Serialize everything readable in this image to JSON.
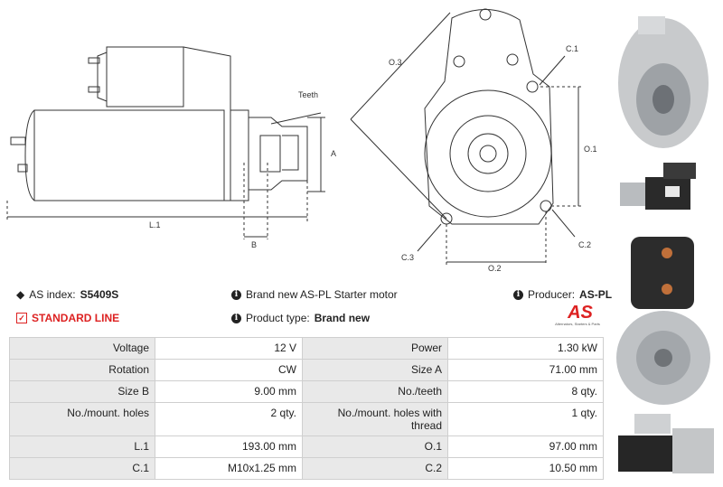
{
  "drawing": {
    "labels": {
      "teeth": "Teeth",
      "a": "A",
      "l1": "L.1",
      "b": "B",
      "o3": "O.3",
      "c1": "C.1",
      "o1": "O.1",
      "c2": "C.2",
      "c3": "C.3",
      "o2": "O.2"
    }
  },
  "info": {
    "as_index_label": "AS index:",
    "as_index_value": "S5409S",
    "description": "Brand new AS-PL Starter motor",
    "producer_label": "Producer:",
    "producer_value": "AS-PL",
    "line": "STANDARD LINE",
    "product_type_label": "Product type:",
    "product_type_value": "Brand new",
    "logo_text": "AS",
    "logo_tagline": "Alternators, Starters & Parts"
  },
  "specs": [
    {
      "l1": "Voltage",
      "v1": "12 V",
      "l2": "Power",
      "v2": "1.30 kW"
    },
    {
      "l1": "Rotation",
      "v1": "CW",
      "l2": "Size A",
      "v2": "71.00 mm"
    },
    {
      "l1": "Size B",
      "v1": "9.00 mm",
      "l2": "No./teeth",
      "v2": "8 qty."
    },
    {
      "l1": "No./mount. holes",
      "v1": "2 qty.",
      "l2": "No./mount. holes with thread",
      "v2": "1 qty."
    },
    {
      "l1": "L.1",
      "v1": "193.00 mm",
      "l2": "O.1",
      "v2": "97.00 mm"
    },
    {
      "l1": "C.1",
      "v1": "M10x1.25 mm",
      "l2": "C.2",
      "v2": "10.50 mm"
    }
  ],
  "colors": {
    "accent_red": "#d22222",
    "header_gray": "#e9e9e9"
  }
}
